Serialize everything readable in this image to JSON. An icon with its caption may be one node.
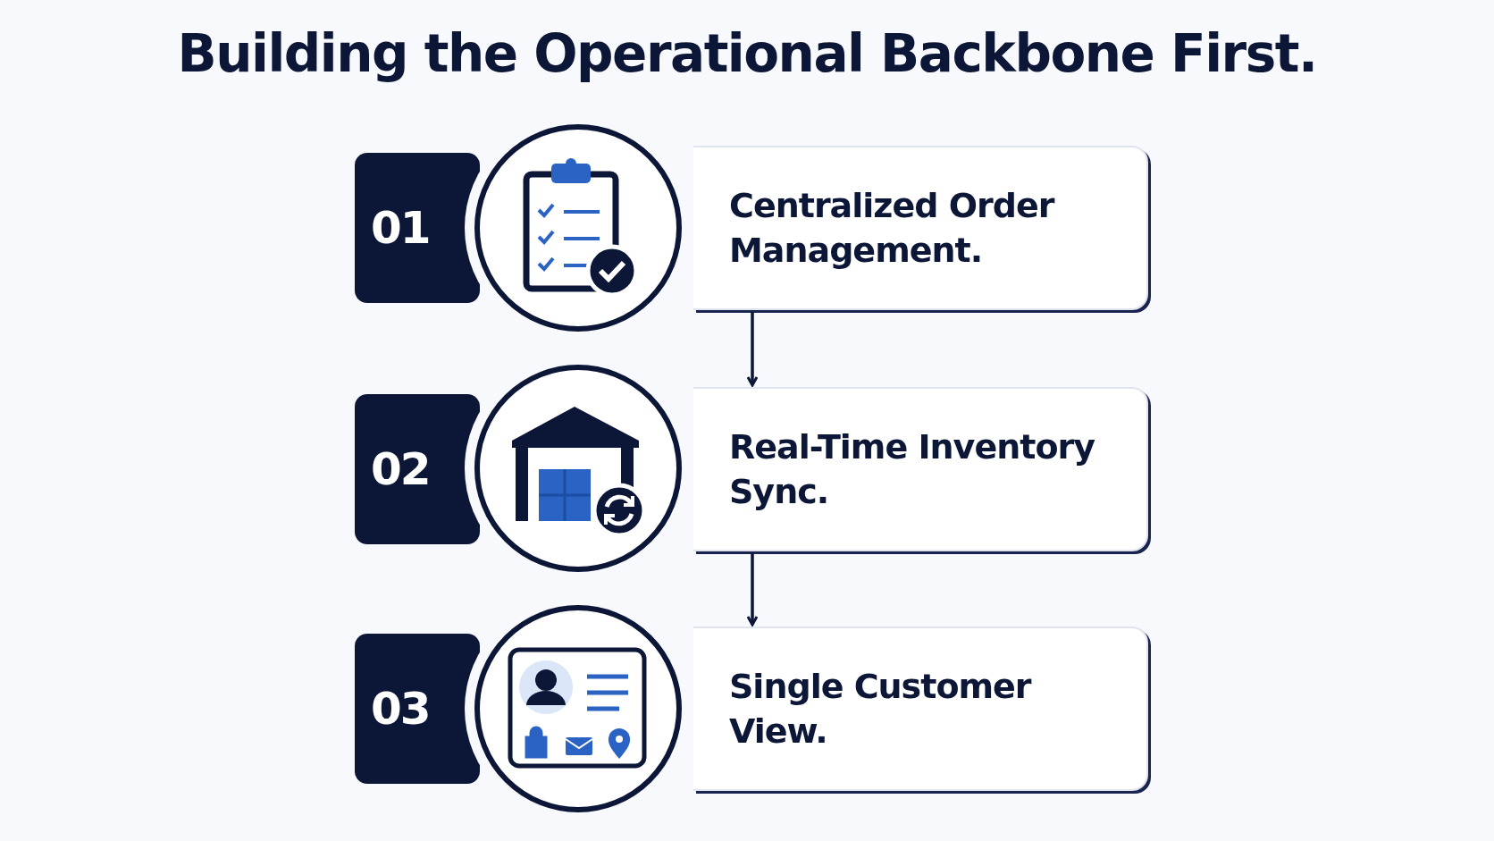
{
  "diagram": {
    "title": "Building the Operational Backbone First.",
    "nodes": [
      {
        "text": [
          "01"
        ]
      },
      {
        "text": [
          "Centralized Order Management."
        ]
      },
      {
        "text": [
          "02"
        ]
      },
      {
        "text": [
          "Real-Time Inventory Sync."
        ]
      },
      {
        "text": [
          "03"
        ]
      },
      {
        "text": [
          "Single Customer View."
        ]
      }
    ],
    "edges": [
      {
        "from": 1,
        "to": 3,
        "arrow": "to"
      },
      {
        "from": 3,
        "to": 5,
        "arrow": "to"
      }
    ]
  }
}
